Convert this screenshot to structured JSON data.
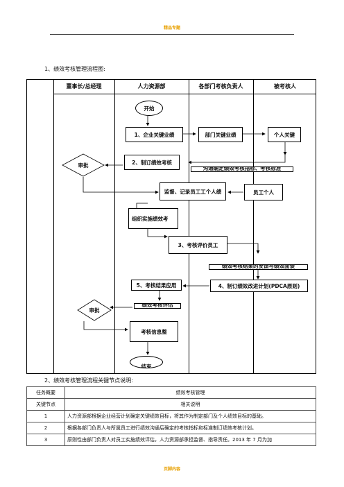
{
  "header": {
    "watermark": "精品专题"
  },
  "footer": {
    "watermark": "页脚内容"
  },
  "section1": {
    "title": "1、绩效考核管理流程图:"
  },
  "section2": {
    "title": "2、绩效考核管理流程关键节点说明:"
  },
  "flowchart": {
    "lanes": [
      "董事长/总经理",
      "人力资源部",
      "各部门考核负责人",
      "被考核人"
    ],
    "nodes": {
      "start": "开始",
      "company_kpi": "1、企业关键业绩",
      "dept_kpi": "部门关键业绩",
      "personal_kpi": "个人关键",
      "make_assessment": "2、制订绩效考核",
      "communicate": "沟通确定绩效考核指标、考核标准",
      "approve1": "审批",
      "monitor": "监督、记录员工工个人绩",
      "employee": "员工个人",
      "organize": "组织实施绩效考",
      "evaluate": "3、考核评价员工",
      "feedback": "绩效考核结果的反馈与绩效面谈",
      "improve_plan": "4、制订绩效改进计划(PDCA原则)",
      "apply_results": "5、考核结果应用",
      "summary": "绩效考核评估",
      "approve2": "审批",
      "archive": "考核信息整",
      "end": "结束"
    }
  },
  "table": {
    "rows": [
      {
        "col1": "任务概要",
        "col2": "绩效考核管理",
        "center": true
      },
      {
        "col1": "关键节点",
        "col2": "相关说明",
        "center": true
      },
      {
        "col1": "1",
        "col2": "人力资源部根据企业经营计划确定关键绩效目标，将其作为制定部门及个人绩效目标的基础。",
        "center": false
      },
      {
        "col1": "2",
        "col2": "根据各部门负责人与所属员工进行绩效沟通后确定的考核指标和标准制订绩效考核计划。",
        "center": false
      },
      {
        "col1": "3",
        "col2": "原则性由部门负责人对员工实施绩效评估，人力资源部承担监督、指导责任。2013 年 7 月为加",
        "center": false
      }
    ]
  }
}
